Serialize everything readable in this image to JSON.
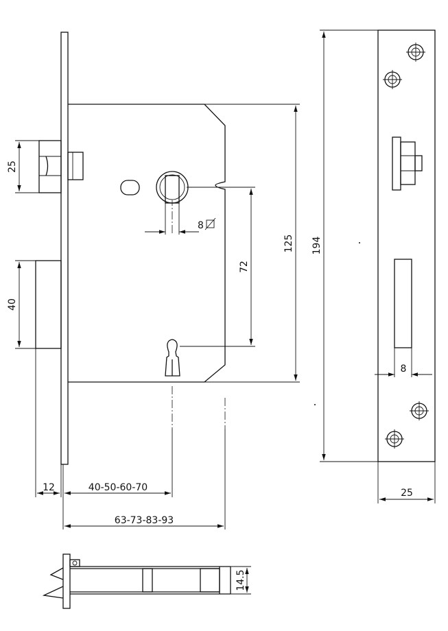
{
  "dimensions": {
    "latch_height": "25",
    "bolt_height": "40",
    "spindle_square": "8",
    "spindle_to_key": "72",
    "case_height": "125",
    "forend_length": "194",
    "bolt_width": "8",
    "forend_width": "25",
    "forend_thickness": "12",
    "backset": "40-50-60-70",
    "case_depth": "63-73-83-93",
    "case_thickness": "14.5"
  },
  "colors": {
    "line": "#111111",
    "background": "#ffffff"
  }
}
